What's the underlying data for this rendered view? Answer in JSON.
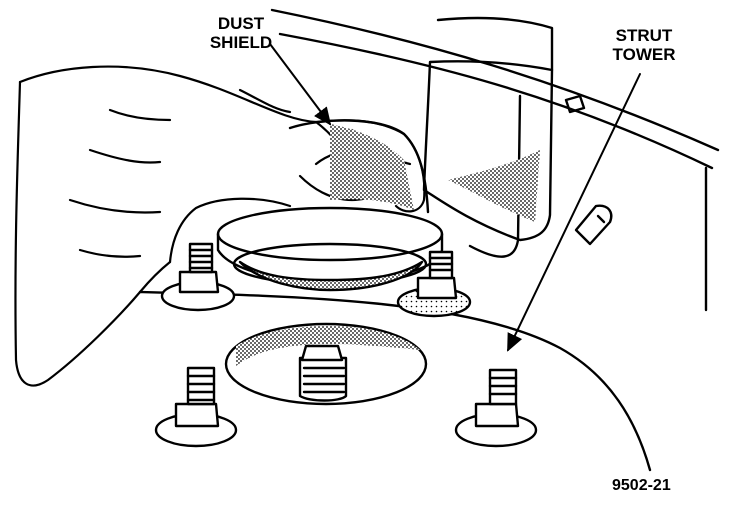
{
  "callouts": {
    "dust_shield": {
      "line1": "DUST",
      "line2": "SHIELD"
    },
    "strut_tower": {
      "line1": "STRUT",
      "line2": "TOWER"
    }
  },
  "figure_number": "9502-21",
  "colors": {
    "ink": "#000000",
    "paper": "#ffffff"
  }
}
